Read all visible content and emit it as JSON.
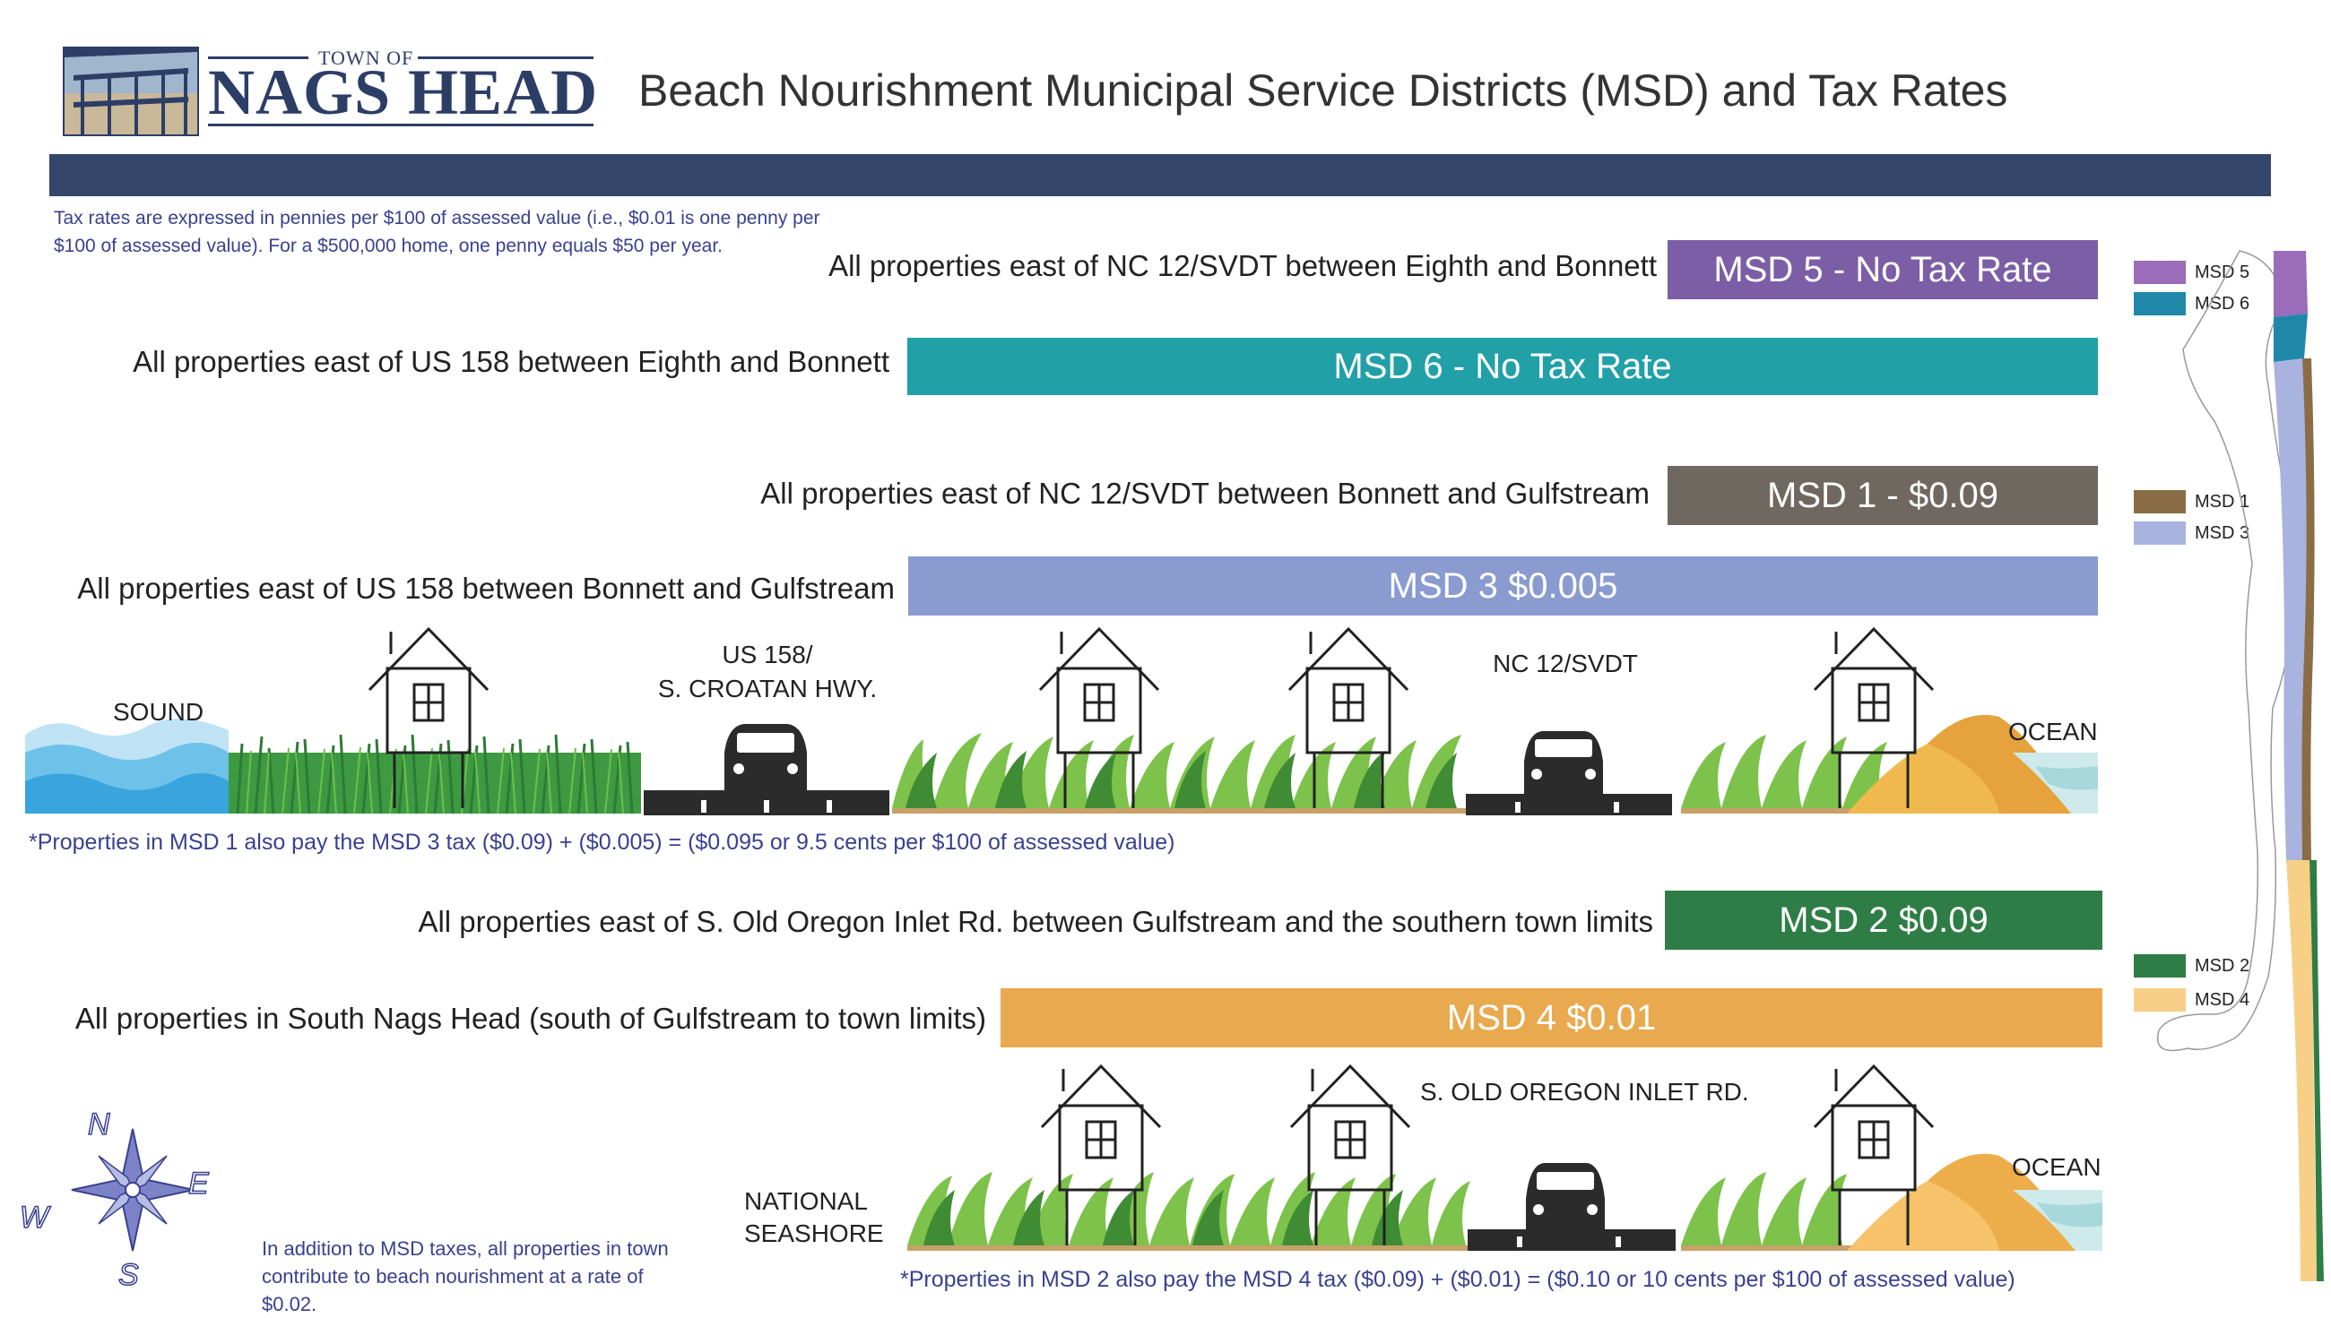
{
  "header": {
    "logo_line1": "TOWN OF",
    "logo_line2": "NAGS HEAD",
    "title": "Beach Nourishment Municipal Service Districts (MSD) and Tax Rates"
  },
  "intro_note": "Tax rates are expressed in pennies per $100 of assessed value (i.e., $0.01 is one penny per $100 of assessed value). For a $500,000 home, one penny equals $50 per year.",
  "districts": [
    {
      "id": "msd5",
      "description": "All properties east of NC 12/SVDT between Eighth and Bonnett",
      "label": "MSD 5 - No Tax Rate",
      "color": "#7b5ea6"
    },
    {
      "id": "msd6",
      "description": "All properties east of US 158 between Eighth and Bonnett",
      "label": "MSD 6 - No Tax Rate",
      "color": "#21a0a8"
    },
    {
      "id": "msd1",
      "description": "All properties east of NC 12/SVDT between Bonnett and Gulfstream",
      "label": "MSD 1 - $0.09",
      "color": "#6e6861"
    },
    {
      "id": "msd3",
      "description": "All properties east of US 158 between Bonnett and Gulfstream",
      "label": "MSD 3 $0.005",
      "color": "#8a9bd0"
    },
    {
      "id": "msd2",
      "description": "All properties east of S. Old Oregon Inlet Rd. between Gulfstream and the southern town limits",
      "label": "MSD 2 $0.09",
      "color": "#2f7d46"
    },
    {
      "id": "msd4",
      "description": "All properties in South Nags Head (south of Gulfstream to town limits)",
      "label": "MSD 4 $0.01",
      "color": "#e9a94f"
    }
  ],
  "scene_top": {
    "sound": "SOUND",
    "road1_line1": "US 158/",
    "road1_line2": "S. CROATAN HWY.",
    "road2": "NC 12/SVDT",
    "ocean": "OCEAN"
  },
  "note_msd1": "*Properties in MSD 1 also pay the MSD 3 tax ($0.09) + ($0.005) = ($0.095 or 9.5 cents per $100 of assessed value)",
  "scene_bottom": {
    "seashore_line1": "NATIONAL",
    "seashore_line2": "SEASHORE",
    "road": "S. OLD OREGON INLET RD.",
    "ocean": "OCEAN"
  },
  "note_msd2": "*Properties in MSD 2 also pay the MSD 4 tax ($0.09) + ($0.01) = ($0.10 or 10 cents per $100 of assessed value)",
  "footer_note": "In addition to MSD taxes, all properties in town contribute to beach nourishment at a rate of $0.02.",
  "compass": {
    "n": "N",
    "s": "S",
    "e": "E",
    "w": "W"
  },
  "legend": [
    {
      "label": "MSD 5",
      "color": "#9b6cba"
    },
    {
      "label": "MSD 6",
      "color": "#1f88a8"
    },
    {
      "label": "MSD 1",
      "color": "#8a6d45"
    },
    {
      "label": "MSD 3",
      "color": "#a9b3e0"
    },
    {
      "label": "MSD 2",
      "color": "#2f7d46"
    },
    {
      "label": "MSD 4",
      "color": "#f7cf86"
    }
  ]
}
